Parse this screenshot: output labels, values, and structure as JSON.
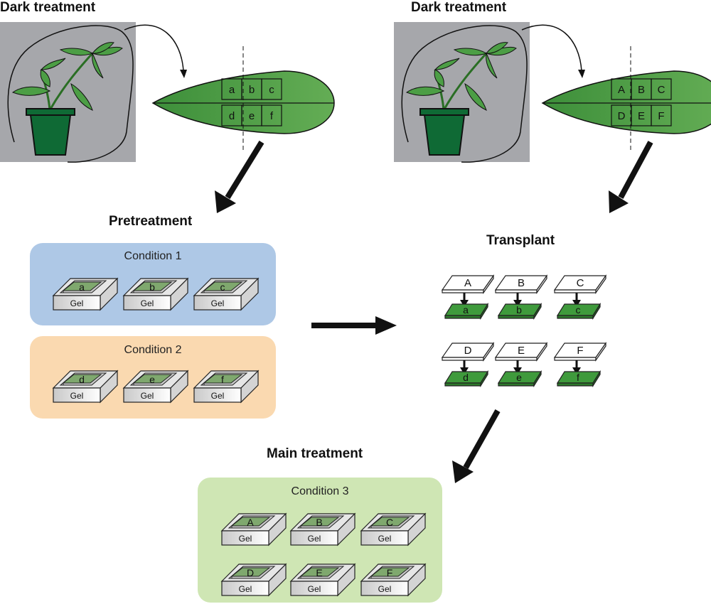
{
  "colors": {
    "leaf": "#4c9e45",
    "pot": "#0f6a35",
    "panel_gray": "#a6a7ab",
    "condition1_bg": "#aec8e6",
    "condition2_bg": "#fad9b0",
    "condition3_bg": "#cfe6b4",
    "sample_green": "#3f9a3c"
  },
  "left_column": {
    "title": "Dark treatment",
    "leaf_cells": [
      "a",
      "b",
      "c",
      "d",
      "e",
      "f"
    ]
  },
  "right_column": {
    "title": "Dark treatment",
    "leaf_cells": [
      "A",
      "B",
      "C",
      "D",
      "E",
      "F"
    ]
  },
  "pretreatment": {
    "title": "Pretreatment",
    "condition1": {
      "label": "Condition 1",
      "samples": [
        "a",
        "b",
        "c"
      ]
    },
    "condition2": {
      "label": "Condition 2",
      "samples": [
        "d",
        "e",
        "f"
      ]
    },
    "gel_label": "Gel"
  },
  "transplant": {
    "title": "Transplant",
    "pairs": [
      {
        "top": "A",
        "bottom": "a"
      },
      {
        "top": "B",
        "bottom": "b"
      },
      {
        "top": "C",
        "bottom": "c"
      },
      {
        "top": "D",
        "bottom": "d"
      },
      {
        "top": "E",
        "bottom": "e"
      },
      {
        "top": "F",
        "bottom": "f"
      }
    ]
  },
  "main_treatment": {
    "title": "Main treatment",
    "condition3": {
      "label": "Condition 3",
      "samples": [
        "A",
        "B",
        "C",
        "D",
        "E",
        "F"
      ]
    },
    "gel_label": "Gel"
  }
}
